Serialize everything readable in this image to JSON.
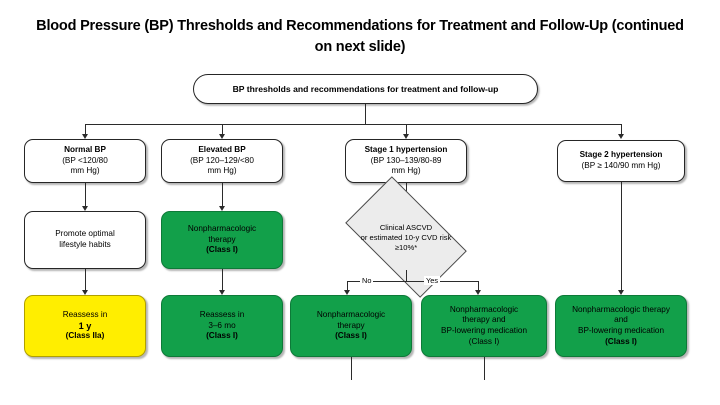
{
  "slide": {
    "title": "Blood Pressure (BP) Thresholds and Recommendations for Treatment and Follow-Up (continued on next slide)",
    "banner": "BP thresholds and recommendations for treatment and follow-up"
  },
  "colors": {
    "green": "#12a04a",
    "yellow": "#ffee00",
    "diamond": "#ececec",
    "line": "#2b2b2b",
    "border": "#262626"
  },
  "categories": [
    {
      "id": "normal-bp",
      "name": "Normal BP",
      "lines": [
        "Normal BP",
        "(BP <120/80",
        "mm Hg)"
      ]
    },
    {
      "id": "elevated-bp",
      "name": "Elevated BP",
      "lines": [
        "Elevated BP",
        "(BP 120–129/<80",
        "mm Hg)"
      ]
    },
    {
      "id": "stage-1-hypertension",
      "name": "Stage 1 hypertension",
      "lines": [
        "Stage 1 hypertension",
        "(BP 130–139/80-89",
        "mm Hg)"
      ]
    },
    {
      "id": "stage-2-hypertension",
      "name": "Stage 2 hypertension",
      "lines": [
        "Stage 2 hypertension",
        "(BP ≥ 140/90 mm Hg)"
      ]
    }
  ],
  "middle": {
    "lifestyle": {
      "lines": [
        "Promote optimal",
        "lifestyle habits"
      ]
    },
    "nonpharm": {
      "lines": [
        "Nonpharmacologic",
        "therapy",
        "(Class I)"
      ]
    }
  },
  "decision": {
    "lines": [
      "Clinical ASCVD",
      "or estimated 10-y CVD risk",
      "≥10%*"
    ],
    "branch_no": "No",
    "branch_yes": "Yes"
  },
  "outcomes": [
    {
      "id": "reassess-1y",
      "fill": "yellow",
      "lines": [
        "Reassess in",
        "1 y",
        "(Class IIa)"
      ],
      "bold_lines": [
        1,
        2
      ]
    },
    {
      "id": "reassess-3-6mo",
      "fill": "green",
      "lines": [
        "Reassess in",
        "3–6 mo",
        "(Class I)"
      ],
      "bold_lines": [
        2
      ]
    },
    {
      "id": "nonpharm-therapy-class-i",
      "fill": "green",
      "lines": [
        "Nonpharmacologic",
        "therapy",
        "(Class I)"
      ],
      "bold_lines": [
        2
      ]
    },
    {
      "id": "nonpharm-and-bp-med-class-i",
      "fill": "green",
      "lines": [
        "Nonpharmacologic",
        "therapy and",
        "BP-lowering medication",
        "(Class I)"
      ],
      "bold_lines": []
    },
    {
      "id": "nonpharm-therapy-and-bp-med",
      "fill": "green",
      "lines": [
        "Nonpharmacologic therapy",
        "and",
        "BP-lowering medication",
        "(Class I)"
      ],
      "bold_lines": [
        3
      ]
    }
  ]
}
